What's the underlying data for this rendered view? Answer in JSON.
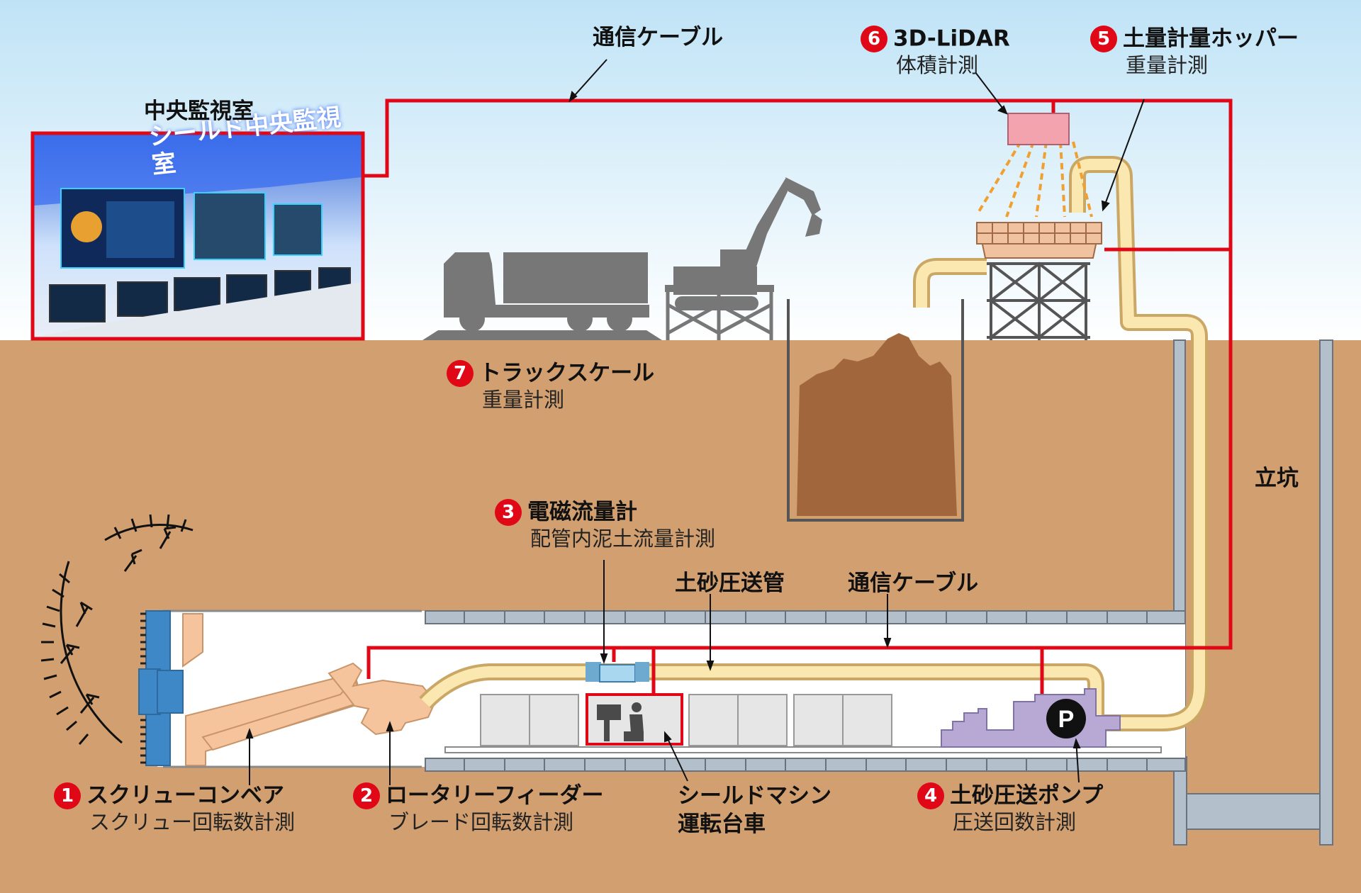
{
  "control_room": {
    "title": "中央監視室",
    "sign": "シールド中央監視室"
  },
  "labels": {
    "cable_top": "通信ケーブル",
    "cable_tunnel": "通信ケーブル",
    "pipe": "土砂圧送管",
    "shaft": "立坑",
    "operator_car_line1": "シールドマシン",
    "operator_car_line2": "運転台車",
    "pump_symbol": "P"
  },
  "items": [
    {
      "num": "1",
      "title": "スクリューコンベア",
      "sub": "スクリュー回転数計測"
    },
    {
      "num": "2",
      "title": "ロータリーフィーダー",
      "sub": "ブレード回転数計測"
    },
    {
      "num": "3",
      "title": "電磁流量計",
      "sub": "配管内泥土流量計測"
    },
    {
      "num": "4",
      "title": "土砂圧送ポンプ",
      "sub": "圧送回数計測"
    },
    {
      "num": "5",
      "title": "土量計量ホッパー",
      "sub": "重量計測"
    },
    {
      "num": "6",
      "title": "3D-LiDAR",
      "sub": "体積計測"
    },
    {
      "num": "7",
      "title": "トラックスケール",
      "sub": "重量計測"
    }
  ],
  "colors": {
    "sky_top": "#bfe3f6",
    "ground": "#d2a070",
    "cable": "#e00716",
    "pipe_fill": "#fbe7b0",
    "pipe_edge": "#caa764",
    "soil": "#a2663d",
    "steel": "#777777",
    "segment": "#b3c0cc"
  }
}
